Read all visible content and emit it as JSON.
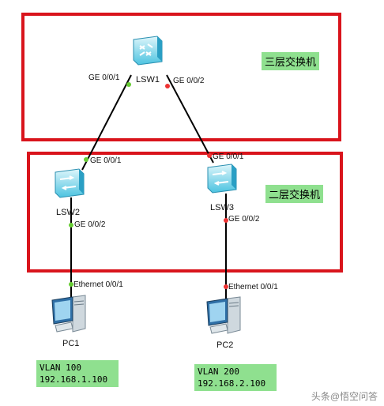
{
  "layers": {
    "l3_label": "三层交换机",
    "l2_label": "二层交换机"
  },
  "devices": {
    "lsw1": "LSW1",
    "lsw2": "LSW2",
    "lsw3": "LSW3",
    "pc1": "PC1",
    "pc2": "PC2"
  },
  "ports": {
    "lsw1_g1": "GE 0/0/1",
    "lsw1_g2": "GE 0/0/2",
    "lsw2_g1": "GE 0/0/1",
    "lsw2_g2": "GE 0/0/2",
    "lsw3_g1": "GE 0/0/1",
    "lsw3_g2": "GE 0/0/2",
    "pc1_eth": "Ethernet 0/0/1",
    "pc2_eth": "Ethernet 0/0/1"
  },
  "info": {
    "pc1_vlan": "VLAN 100",
    "pc1_ip": "192.168.1.100",
    "pc2_vlan": "VLAN 200",
    "pc2_ip": "192.168.2.100"
  },
  "watermark": "头条@悟空问答",
  "colors": {
    "frame": "#d9141c",
    "label_bg": "#8fe08f",
    "port_up": "#66cc33",
    "port_down": "#ee3333"
  }
}
